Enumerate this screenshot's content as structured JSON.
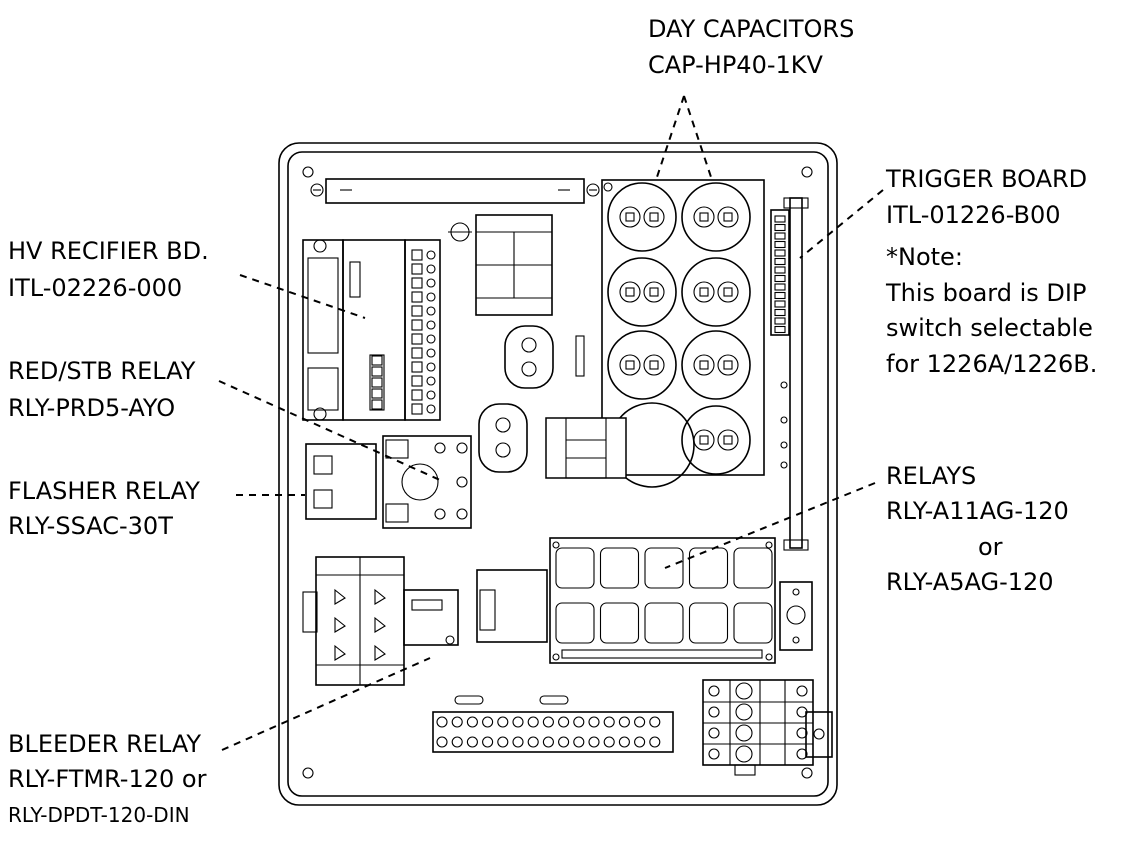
{
  "labels": {
    "day_capacitors": {
      "title": "DAY CAPACITORS",
      "part": "CAP-HP40-1KV"
    },
    "trigger_board": {
      "title": "TRIGGER BOARD",
      "part": "ITL-01226-B00",
      "note_title": "*Note:",
      "note_lines": [
        "This board is DIP",
        "switch selectable",
        "for 1226A/1226B."
      ]
    },
    "hv_rectifier": {
      "title": "HV RECIFIER BD.",
      "part": "ITL-02226-000"
    },
    "red_stb_relay": {
      "title": "RED/STB RELAY",
      "part": "RLY-PRD5-AYO"
    },
    "flasher_relay": {
      "title": "FLASHER RELAY",
      "part": "RLY-SSAC-30T"
    },
    "relays": {
      "title": "RELAYS",
      "part_a": "RLY-A11AG-120",
      "or": "or",
      "part_b": "RLY-A5AG-120"
    },
    "bleeder_relay": {
      "title": "BLEEDER RELAY",
      "part_a": "RLY-FTMR-120 or",
      "part_b": "RLY-DPDT-120-DIN"
    }
  }
}
